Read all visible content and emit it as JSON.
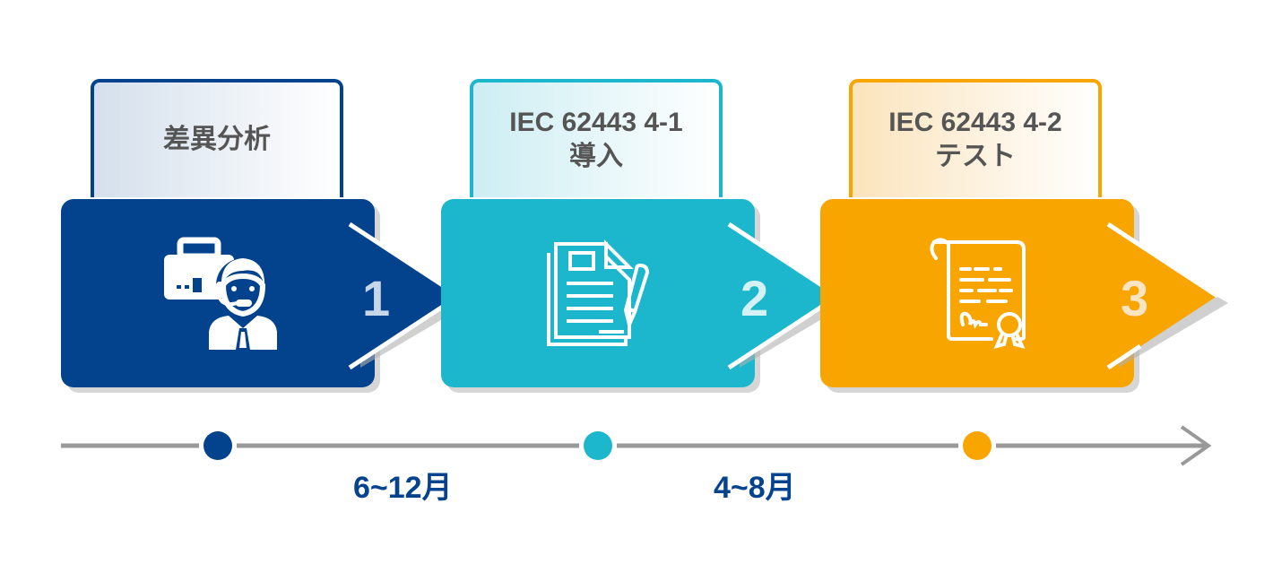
{
  "steps": [
    {
      "number": "1",
      "title": "差異分析",
      "icon": "consultant-briefcase-icon",
      "color": "#03428c",
      "label_border": "#03428c",
      "label_gradient_start": "#d5e0ec",
      "number_color": "#c7d6e8"
    },
    {
      "number": "2",
      "title": "IEC 62443 4-1\n導入",
      "icon": "document-pen-icon",
      "color": "#1cb7cd",
      "label_border": "#1cb7cd",
      "label_gradient_start": "#cdeef3",
      "number_color": "#d4f1f6"
    },
    {
      "number": "3",
      "title": "IEC 62443 4-2\nテスト",
      "icon": "certificate-icon",
      "color": "#f8a500",
      "label_border": "#f8a500",
      "label_gradient_start": "#fbe4bd",
      "number_color": "#fbe4c2"
    }
  ],
  "timeline": {
    "line_color": "#999999",
    "periods": [
      {
        "label": "6~12月",
        "between": "1-2"
      },
      {
        "label": "4~8月",
        "between": "2-3"
      }
    ],
    "period_color": "#06438f"
  }
}
